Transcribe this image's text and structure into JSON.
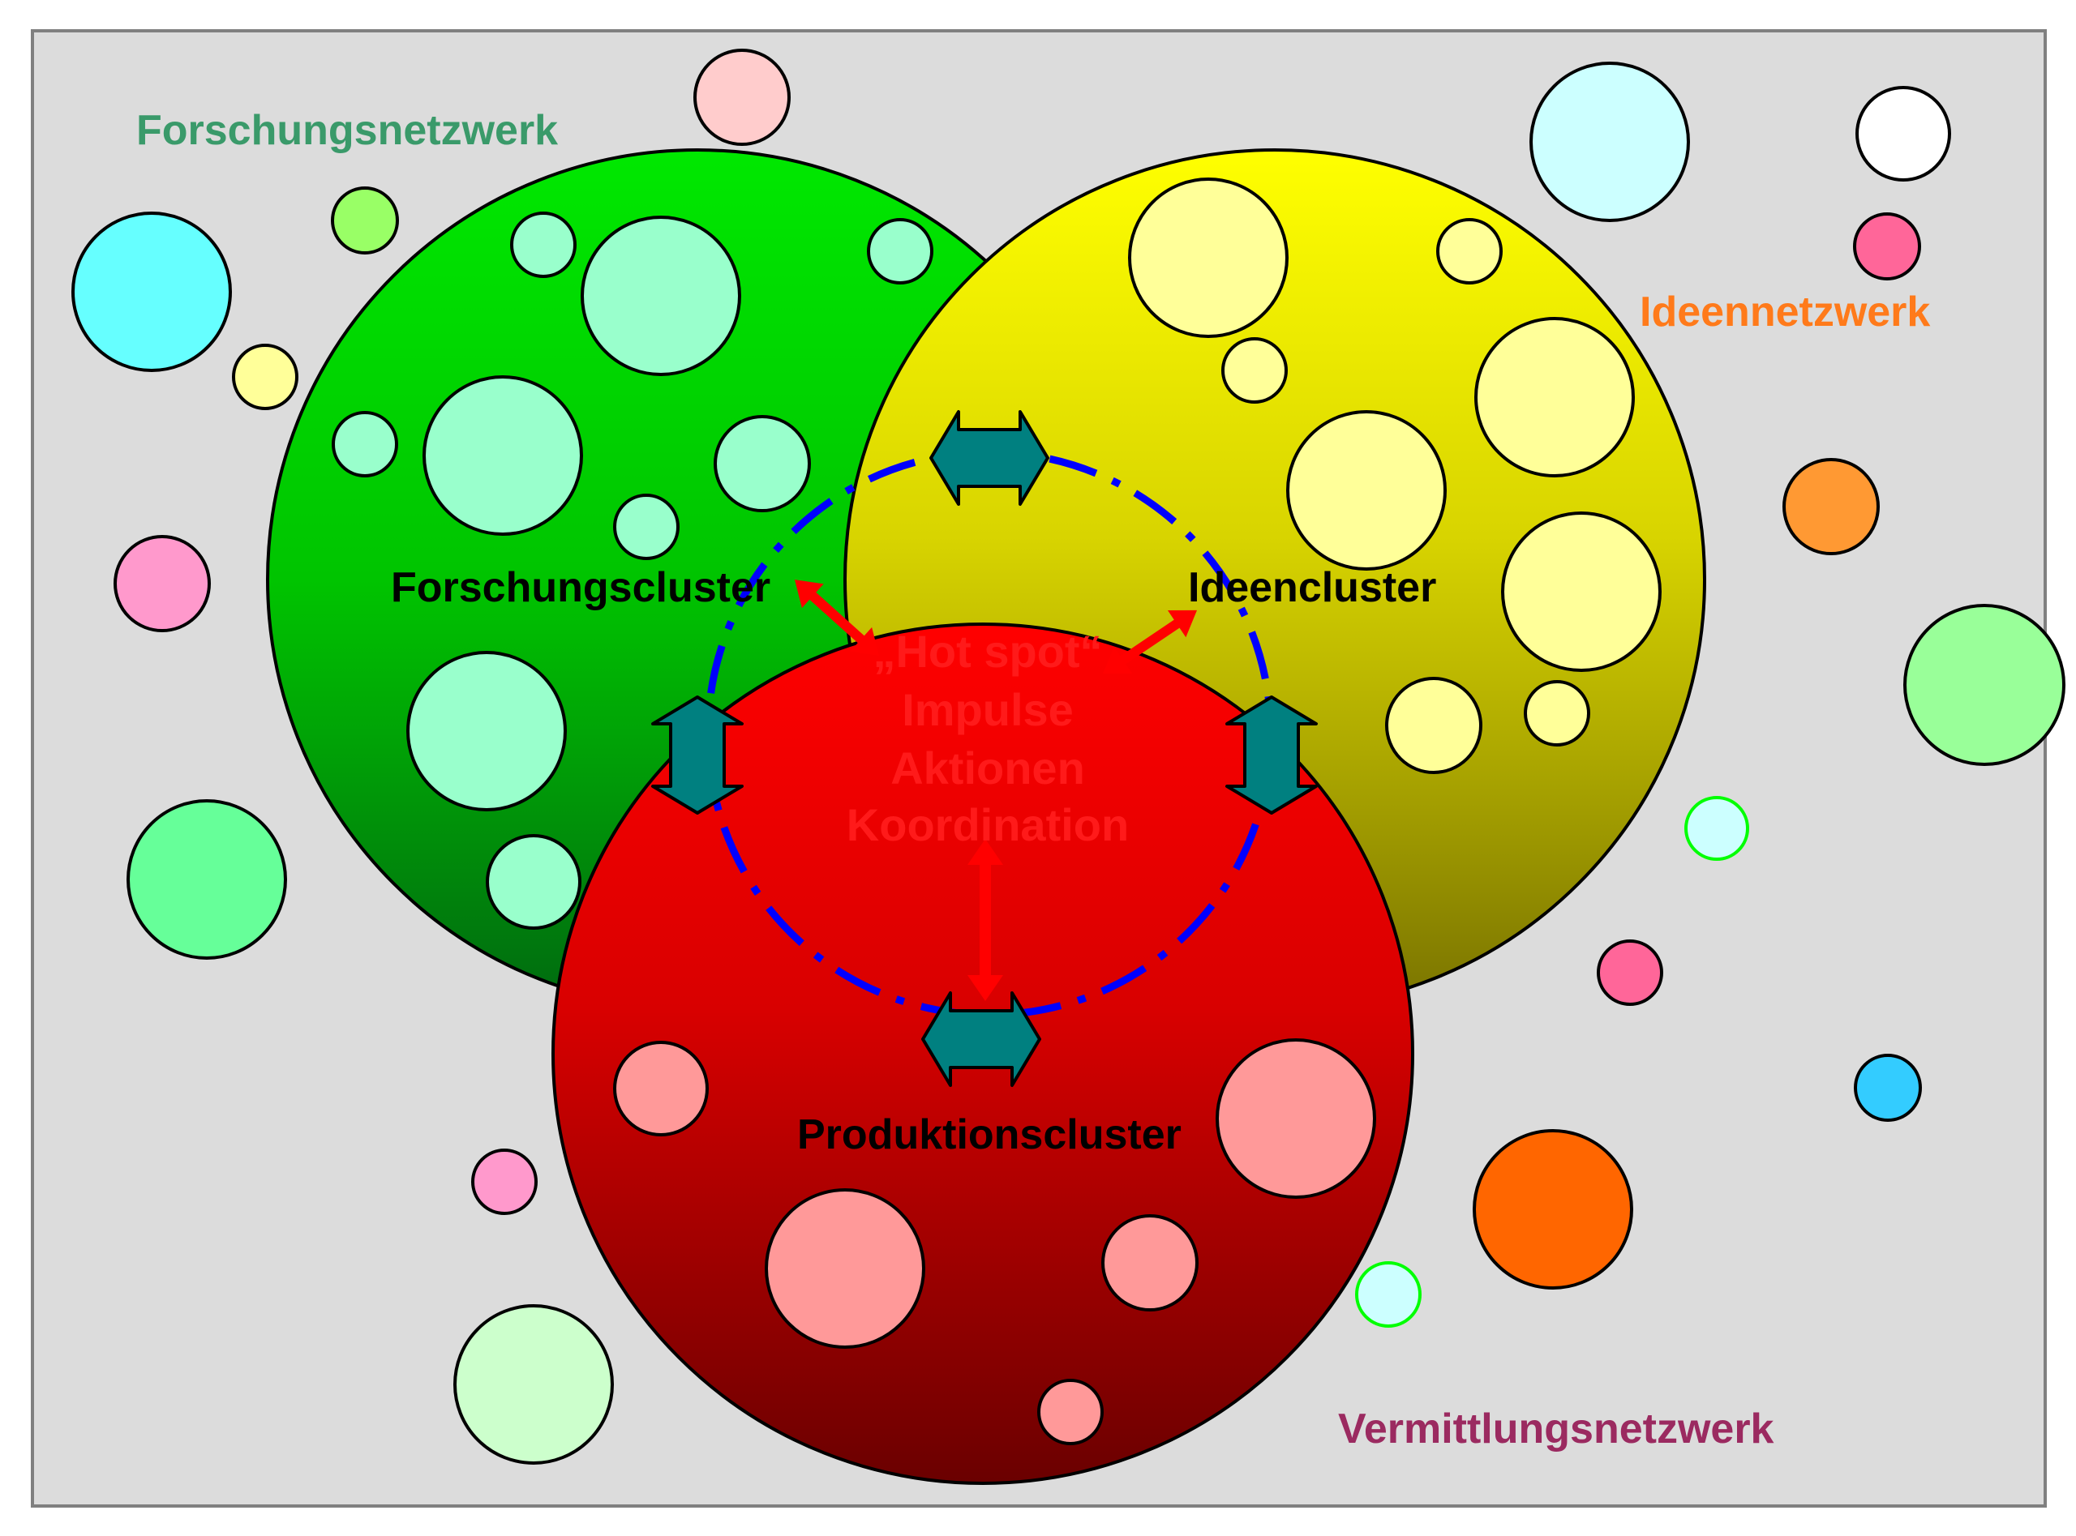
{
  "labels": {
    "forschungsnetzwerk": "Forschungsnetzwerk",
    "ideennetzwerk": "Ideennetzwerk",
    "vermittlungsnetzwerk": "Vermittlungsnetzwerk",
    "forschungscluster": "Forschungscluster",
    "ideencluster": "Ideencluster",
    "produktionscluster": "Produktionscluster"
  },
  "hotspot": {
    "line1": "„Hot spot“",
    "line2": "Impulse",
    "line3": "Aktionen",
    "line4": "Koordination"
  },
  "colors": {
    "background": "#dcdcdc",
    "forschungsnetzwerk": "#3a9a6a",
    "ideennetzwerk": "#ff7a1a",
    "vermittlungsnetzwerk": "#9b2a60",
    "hotspot_text": "#ff1a1a",
    "green_cluster": "#00e000",
    "yellow_cluster": "#ffff00",
    "red_cluster": "#ff0000",
    "dashed_ring": "#0000ff",
    "teal_arrow": "#008080",
    "red_arrow": "#ff0000"
  }
}
